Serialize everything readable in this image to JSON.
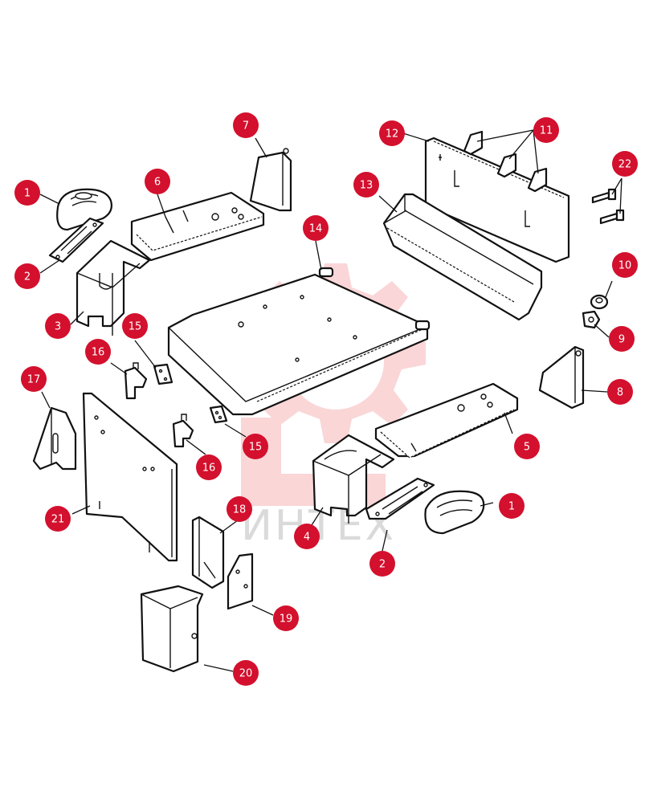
{
  "watermark": {
    "text": "ИНТЕХ",
    "color": "#f4a5a8"
  },
  "callout_color": "#d3102d",
  "callouts": [
    {
      "label": "1"
    },
    {
      "label": "2"
    },
    {
      "label": "3"
    },
    {
      "label": "6"
    },
    {
      "label": "7"
    },
    {
      "label": "12"
    },
    {
      "label": "11"
    },
    {
      "label": "22"
    },
    {
      "label": "13"
    },
    {
      "label": "14"
    },
    {
      "label": "10"
    },
    {
      "label": "9"
    },
    {
      "label": "15"
    },
    {
      "label": "16"
    },
    {
      "label": "8"
    },
    {
      "label": "17"
    },
    {
      "label": "5"
    },
    {
      "label": "15"
    },
    {
      "label": "16"
    },
    {
      "label": "21"
    },
    {
      "label": "18"
    },
    {
      "label": "4"
    },
    {
      "label": "1"
    },
    {
      "label": "2"
    },
    {
      "label": "19"
    },
    {
      "label": "20"
    }
  ]
}
